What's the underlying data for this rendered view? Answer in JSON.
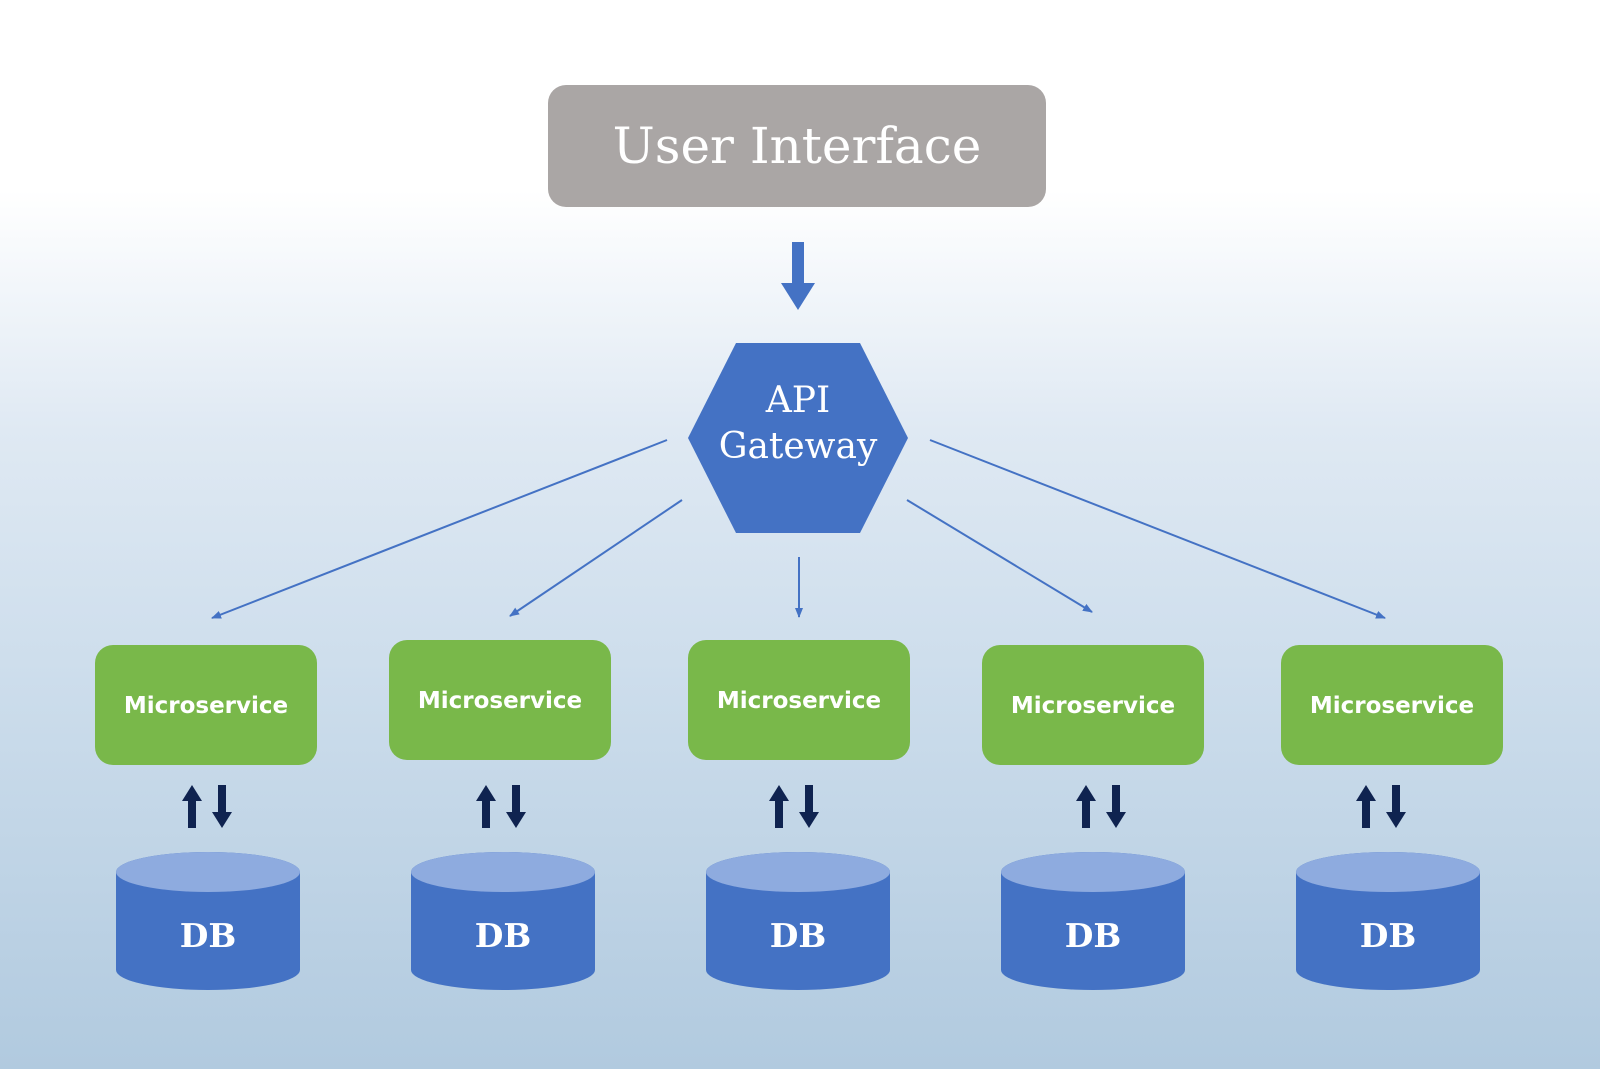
{
  "diagram": {
    "user_interface": {
      "label": "User Interface"
    },
    "api_gateway": {
      "line1": "API",
      "line2": "Gateway"
    },
    "microservices": [
      {
        "label": "Microservice"
      },
      {
        "label": "Microservice"
      },
      {
        "label": "Microservice"
      },
      {
        "label": "Microservice"
      },
      {
        "label": "Microservice"
      }
    ],
    "databases": [
      {
        "label": "DB"
      },
      {
        "label": "DB"
      },
      {
        "label": "DB"
      },
      {
        "label": "DB"
      },
      {
        "label": "DB"
      }
    ],
    "colors": {
      "user_interface_fill": "#aaa6a5",
      "gateway_fill": "#4472c4",
      "microservice_fill": "#79b84a",
      "db_body": "#4472c4",
      "db_top": "#8eabdf",
      "connector": "#4472c4",
      "bidirectional_arrow": "#0f2350"
    }
  }
}
